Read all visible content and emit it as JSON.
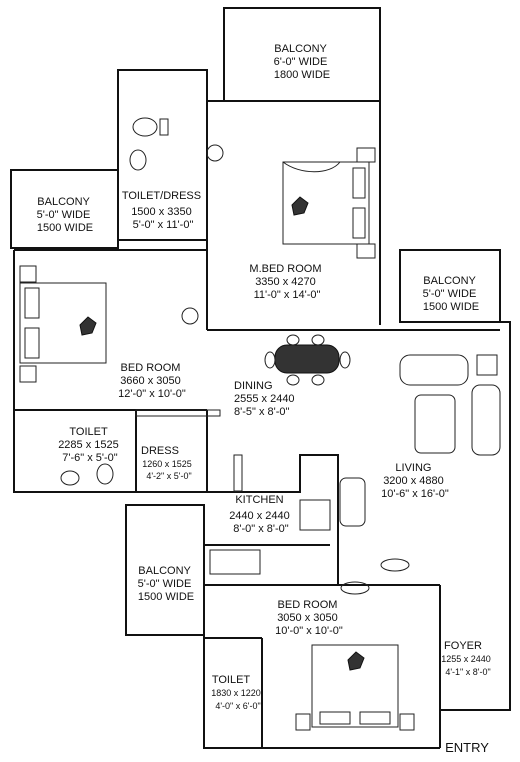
{
  "rooms": {
    "balcony_top": {
      "lines": [
        "BALCONY",
        "6'-0\" WIDE",
        "1800 WIDE"
      ]
    },
    "toilet_dress": {
      "lines": [
        "TOILET/DRESS",
        "1500 x 3350",
        "5'-0\" x 11'-0\""
      ]
    },
    "balcony_left": {
      "lines": [
        "BALCONY",
        "5'-0\" WIDE",
        "1500 WIDE"
      ]
    },
    "master_bed": {
      "lines": [
        "M.BED ROOM",
        "3350 x 4270",
        "11'-0\" x 14'-0\""
      ]
    },
    "balcony_right": {
      "lines": [
        "BALCONY",
        "5'-0\" WIDE",
        "1500 WIDE"
      ]
    },
    "bed_room_1": {
      "lines": [
        "BED ROOM",
        "3660 x 3050",
        "12'-0\" x 10'-0\""
      ]
    },
    "dining": {
      "lines": [
        "DINING",
        "2555 x 2440",
        "8'-5\" x 8'-0\""
      ]
    },
    "toilet_1": {
      "lines": [
        "TOILET",
        "2285 x 1525",
        "7'-6\" x 5'-0\""
      ]
    },
    "dress": {
      "lines": [
        "DRESS",
        "1260 x 1525",
        "4'-2\" x 5'-0\""
      ]
    },
    "living": {
      "lines": [
        "LIVING",
        "3200 x 4880",
        "10'-6\" x 16'-0\""
      ]
    },
    "kitchen": {
      "lines": [
        "KITCHEN",
        "2440 x 2440",
        "8'-0\" x 8'-0\""
      ]
    },
    "balcony_bottom": {
      "lines": [
        "BALCONY",
        "5'-0\" WIDE",
        "1500 WIDE"
      ]
    },
    "bed_room_2": {
      "lines": [
        "BED ROOM",
        "3050 x 3050",
        "10'-0\" x 10'-0\""
      ]
    },
    "foyer": {
      "lines": [
        "FOYER",
        "1255 x 2440",
        "4'-1\" x 8'-0\""
      ]
    },
    "toilet_2": {
      "lines": [
        "TOILET",
        "1830 x 1220",
        "4'-0\" x 6'-0\""
      ]
    }
  },
  "entry_label": "ENTRY"
}
